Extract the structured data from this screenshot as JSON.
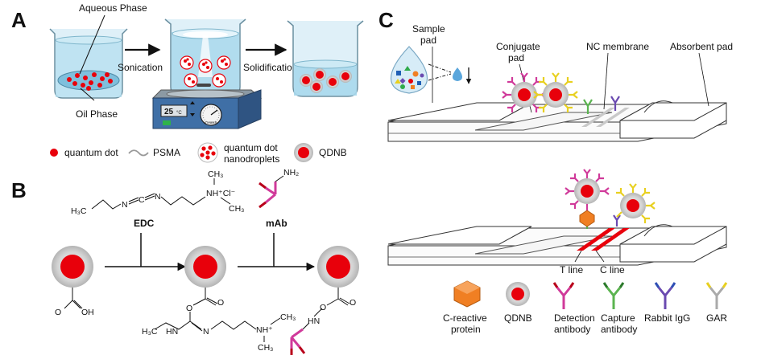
{
  "panels": {
    "a": "A",
    "b": "B",
    "c": "C"
  },
  "panel_a": {
    "aqueous_phase": "Aqueous Phase",
    "oil_phase": "Oil Phase",
    "sonication": "Sonication",
    "solidification": "Solidification",
    "display_value": "25",
    "display_unit": "°C",
    "dial_label": "STIRRER"
  },
  "legend_a": {
    "quantum_dot": "quantum dot",
    "psma": "PSMA",
    "nanodroplets_line1": "quantum dot",
    "nanodroplets_line2": "nanodroplets",
    "qdnb": "QDNB"
  },
  "panel_b": {
    "edc_label": "EDC",
    "mab_label": "mAb",
    "edc_left": "H₃C",
    "edc_n1": "N",
    "edc_c": "C",
    "edc_n2": "N",
    "edc_nh": "NH⁺Cl⁻",
    "edc_ch3_top": "CH₃",
    "edc_ch3_bottom": "CH₃",
    "nh2": "NH₂",
    "acid_oh": "OH",
    "acid_o": "O",
    "int_o1": "O",
    "int_o2": "O",
    "int_h3c": "H₃C",
    "int_hn": "HN",
    "int_n": "N",
    "int_nh": "NH⁺",
    "int_ch3_right": "CH₃",
    "int_ch3_bottom": "CH₃",
    "prod_o1": "O",
    "prod_o2": "O",
    "prod_hn": "HN"
  },
  "panel_c": {
    "sample_pad_1": "Sample",
    "sample_pad_2": "pad",
    "conjugate_pad_1": "Conjugate",
    "conjugate_pad_2": "pad",
    "nc_membrane": "NC membrane",
    "absorbent_pad": "Absorbent pad",
    "t_line": "T line",
    "c_line": "C line"
  },
  "legend_c": {
    "crp_1": "C-reactive",
    "crp_2": "protein",
    "qdnb": "QDNB",
    "detection_1": "Detection",
    "detection_2": "antibody",
    "capture_1": "Capture",
    "capture_2": "antibody",
    "rabbit_igg": "Rabbit IgG",
    "gar": "GAR"
  },
  "colors": {
    "red": "#e8000b",
    "halo": "#c8c8c8",
    "orange": "#f07f23",
    "detection_ab": "#d03a9a",
    "capture_ab": "#5bb450",
    "rabbit_igg": "#6a4ab0",
    "gar": "#e8d020",
    "glass": "#a9d8ec"
  }
}
